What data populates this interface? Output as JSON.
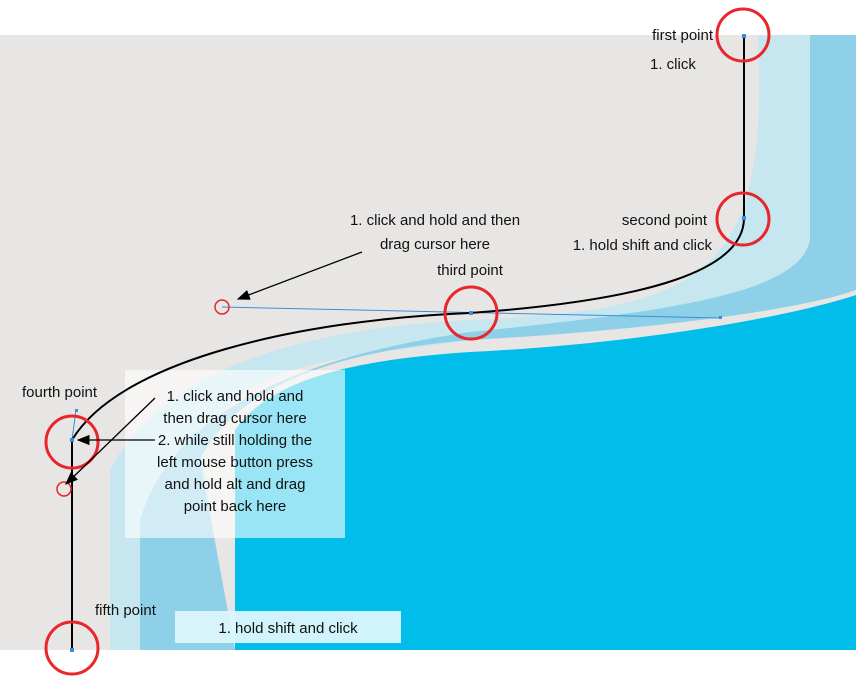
{
  "labels": {
    "first_point": "first point",
    "first_step": "1. click",
    "second_point": "second point",
    "second_step": "1. hold shift and click",
    "third_step_line1": "1. click and hold and then",
    "third_step_line2": "drag cursor here",
    "third_point": "third point",
    "fourth_point": "fourth point",
    "fourth_steps": [
      "1. click and hold and",
      "then drag cursor here",
      "2. while still holding the",
      "left mouse button press",
      "and hold alt and drag",
      "point back here"
    ],
    "fifth_point": "fifth point",
    "fifth_step": "1. hold shift and click"
  },
  "colors": {
    "background_gray": "#e8e6e4",
    "light_blue": "#c6e6f0",
    "mid_blue": "#8ed0e8",
    "bright_blue": "#00bde9",
    "circle_red": "#e8262b",
    "handle_blue": "#3a8fd8"
  }
}
